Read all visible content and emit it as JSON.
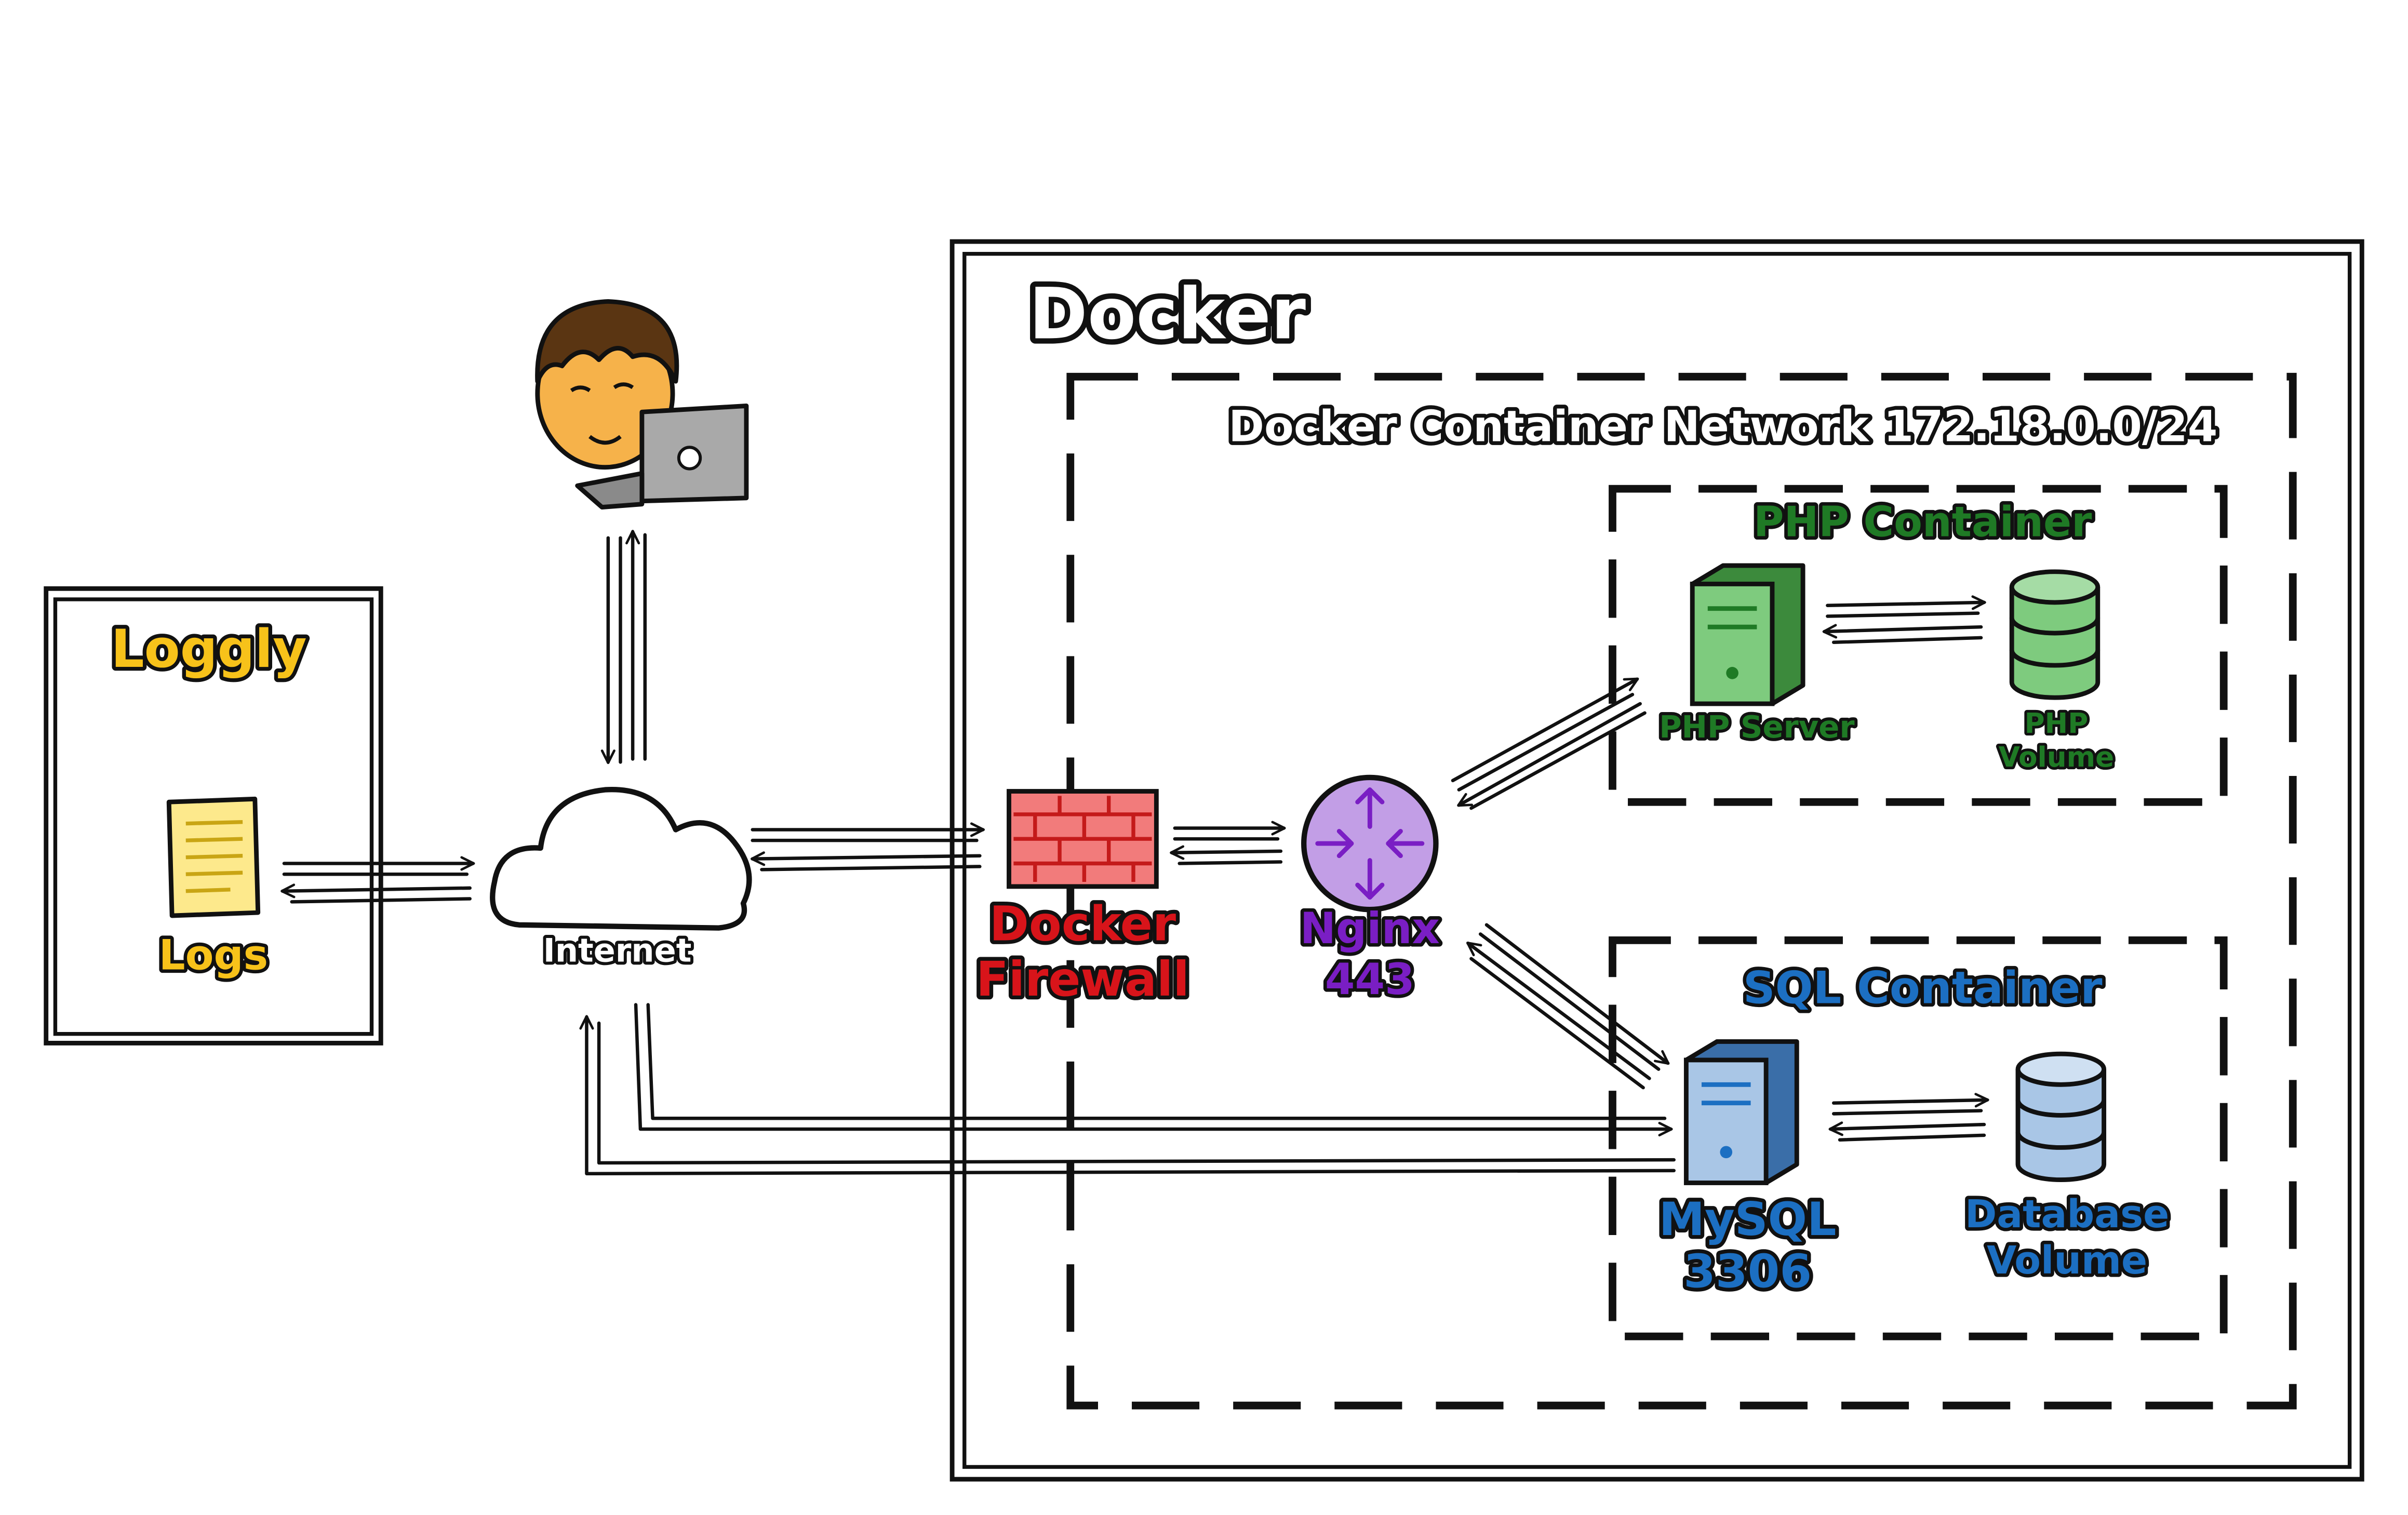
{
  "colors": {
    "loggly": "#f7c21a",
    "firewall": "#d8141a",
    "nginx": "#7a1ec4",
    "php": "#1f7a25",
    "sql": "#1c6fc2",
    "outline": "#111111"
  },
  "loggly": {
    "title": "Loggly",
    "logs_label": "Logs",
    "icon": "document-icon"
  },
  "user": {
    "icon": "user-laptop-icon"
  },
  "internet": {
    "label": "Internet",
    "icon": "cloud-icon"
  },
  "docker": {
    "title": "Docker",
    "network_title": "Docker Container Network 172.18.0.0/24",
    "firewall": {
      "line1": "Docker",
      "line2": "Firewall",
      "icon": "firewall-icon"
    },
    "nginx": {
      "line1": "Nginx",
      "line2": "443",
      "icon": "router-icon"
    },
    "php_container": {
      "title": "PHP Container",
      "server_label": "PHP Server",
      "volume_line1": "PHP",
      "volume_line2": "Volume",
      "server_icon": "server-icon",
      "volume_icon": "database-icon"
    },
    "sql_container": {
      "title": "SQL Container",
      "server_line1": "MySQL",
      "server_line2": "3306",
      "volume_line1": "Database",
      "volume_line2": "Volume",
      "server_icon": "server-icon",
      "volume_icon": "database-icon"
    }
  }
}
